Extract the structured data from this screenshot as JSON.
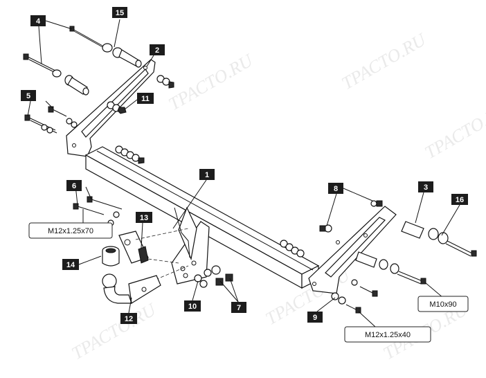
{
  "colors": {
    "callout_bg": "#1c1c1c",
    "callout_fg": "#ffffff",
    "line": "#111111"
  },
  "callouts": [
    {
      "id": "c1",
      "label": "1"
    },
    {
      "id": "c2",
      "label": "2"
    },
    {
      "id": "c3",
      "label": "3"
    },
    {
      "id": "c4",
      "label": "4"
    },
    {
      "id": "c5",
      "label": "5"
    },
    {
      "id": "c6",
      "label": "6"
    },
    {
      "id": "c7",
      "label": "7"
    },
    {
      "id": "c8",
      "label": "8"
    },
    {
      "id": "c9",
      "label": "9"
    },
    {
      "id": "c10",
      "label": "10"
    },
    {
      "id": "c11",
      "label": "11"
    },
    {
      "id": "c12",
      "label": "12"
    },
    {
      "id": "c13",
      "label": "13"
    },
    {
      "id": "c14",
      "label": "14"
    },
    {
      "id": "c15",
      "label": "15"
    },
    {
      "id": "c16",
      "label": "16"
    }
  ],
  "specs": [
    {
      "id": "s1",
      "label": "M12x1.25x70"
    },
    {
      "id": "s2",
      "label": "M10x90"
    },
    {
      "id": "s3",
      "label": "M12x1.25x40"
    }
  ]
}
